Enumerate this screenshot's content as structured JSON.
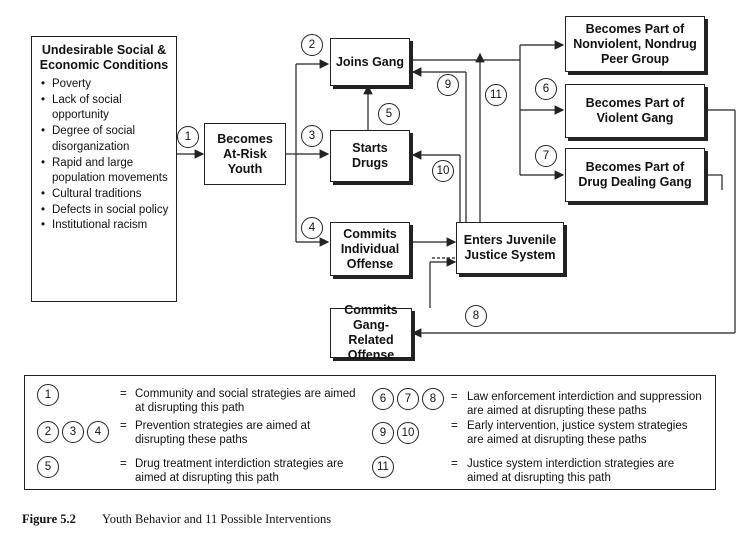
{
  "nodes": {
    "undesirable_title": "Undesirable Social & Economic Conditions",
    "undesirable_items": [
      "Poverty",
      "Lack of social opportunity",
      "Degree of social disorganization",
      "Rapid and large population movements",
      "Cultural traditions",
      "Defects in social policy",
      "Institutional racism"
    ],
    "at_risk": "Becomes At-Risk Youth",
    "joins_gang": "Joins Gang",
    "starts_drugs": "Starts Drugs",
    "individual_offense": "Commits Individual Offense",
    "gang_related_offense": "Commits Gang-Related Offense",
    "justice_system": "Enters Juvenile Justice System",
    "nonviolent": "Becomes Part of Nonviolent, Nondrug Peer Group",
    "violent": "Becomes Part of Violent Gang",
    "drug_dealing": "Becomes Part of Drug Dealing Gang"
  },
  "path_numbers": [
    "1",
    "2",
    "3",
    "4",
    "5",
    "6",
    "7",
    "8",
    "9",
    "10",
    "11"
  ],
  "legend": [
    {
      "nums": [
        "1"
      ],
      "text": "Community and social strategies are aimed at disrupting this path"
    },
    {
      "nums": [
        "2",
        "3",
        "4"
      ],
      "text": "Prevention strategies are aimed at disrupting these paths"
    },
    {
      "nums": [
        "5"
      ],
      "text": "Drug treatment interdiction strategies are aimed at disrupting this path"
    },
    {
      "nums": [
        "6",
        "7",
        "8"
      ],
      "text": "Law enforcement interdiction and suppression are aimed at disrupting these paths"
    },
    {
      "nums": [
        "9",
        "10"
      ],
      "text": "Early intervention, justice system strategies are aimed at disrupting these paths"
    },
    {
      "nums": [
        "11"
      ],
      "text": "Justice system interdiction strategies are aimed at disrupting this path"
    }
  ],
  "legend_equals": "=",
  "caption": {
    "label": "Figure 5.2",
    "text": "Youth Behavior and 11 Possible Interventions"
  }
}
